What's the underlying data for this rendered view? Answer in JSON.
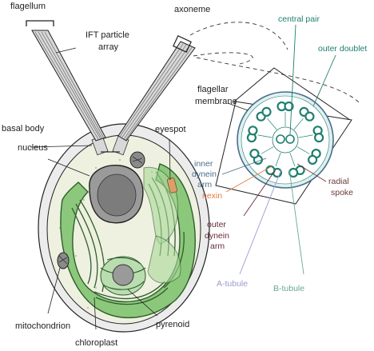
{
  "labels": {
    "flagellum": "flagellum",
    "axoneme": "axoneme",
    "ift_particle_1": "IFT particle",
    "ift_particle_2": "array",
    "flagellar_membrane_1": "flagellar",
    "flagellar_membrane_2": "membrane",
    "basal_body": "basal body",
    "nucleus": "nucleus",
    "eyespot": "eyespot",
    "mitochondrion": "mitochondrion",
    "chloroplast": "chloroplast",
    "pyrenoid": "pyrenoid",
    "central_pair": "central pair",
    "outer_doublet": "outer doublet",
    "inner_dynein_1": "inner",
    "inner_dynein_2": "dynein",
    "inner_dynein_3": "arm",
    "nexin": "nexin",
    "radial_spoke_1": "radial",
    "radial_spoke_2": "spoke",
    "outer_dynein_1": "outer",
    "outer_dynein_2": "dynein",
    "outer_dynein_3": "arm",
    "a_tubule": "A-tubule",
    "b_tubule": "B-tubule"
  },
  "colors": {
    "teal": "#1f7f6e",
    "steel_blue": "#4a6e8a",
    "nexin_orange": "#e07a3c",
    "spoke_brown": "#6b3a3a",
    "dynein_purple": "#6a2a3a",
    "a_tubule_lavender": "#9a9ad0",
    "b_tubule_green": "#6aa88c",
    "chloroplast_green": "#8cc87c",
    "chloroplast_dark": "#2e5e2a",
    "cytoplasm": "#eef0e0",
    "nucleus_gray": "#8a8a8a",
    "eyespot_orange": "#d9a06a"
  }
}
